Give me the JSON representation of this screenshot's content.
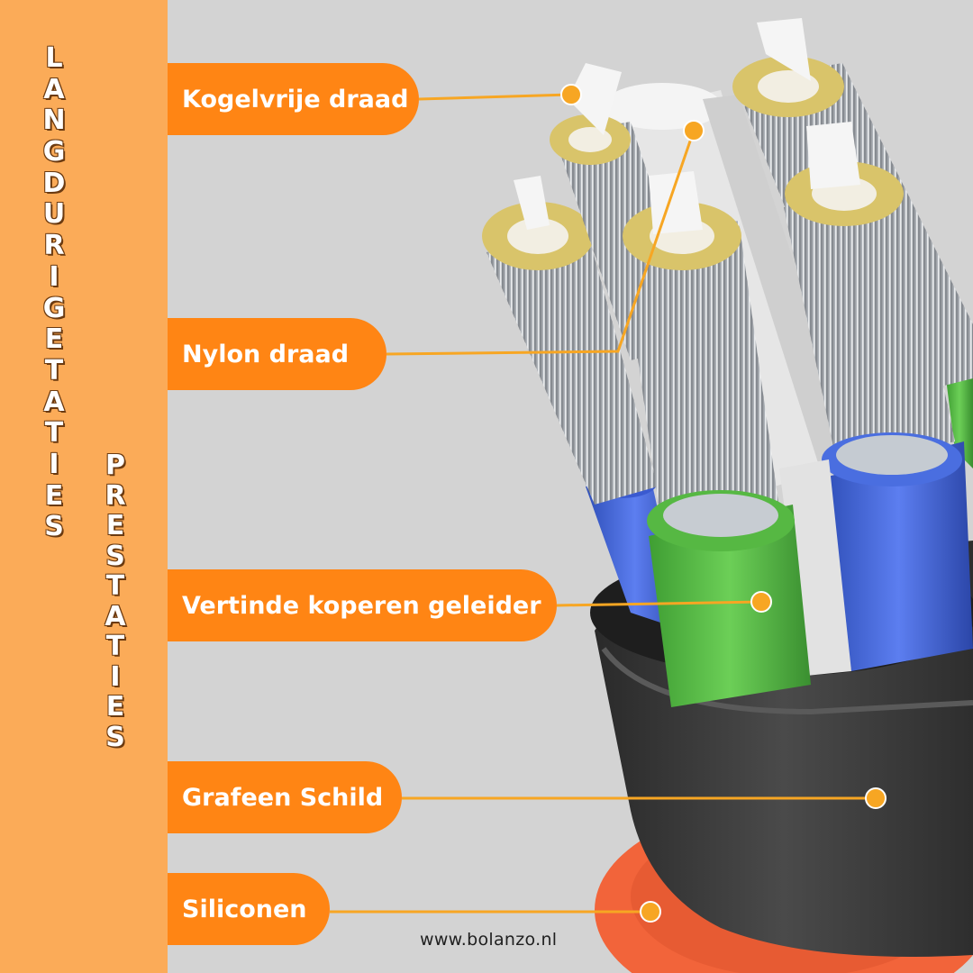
{
  "vertical_text_1": [
    "L",
    "A",
    "N",
    "G",
    "D",
    "U",
    "R",
    "I",
    "G",
    "E",
    "T",
    "A",
    "T",
    "I",
    "E",
    "S"
  ],
  "vertical_text_2": [
    "P",
    "R",
    "E",
    "S",
    "T",
    "A",
    "T",
    "I",
    "E",
    "S"
  ],
  "labels": {
    "kogelvrije": "Kogelvrije draad",
    "nylon": "Nylon draad",
    "koper": "Vertinde koperen geleider",
    "grafeen": "Grafeen Schild",
    "siliconen": "Siliconen"
  },
  "website": "www.bolanzo.nl",
  "colors": {
    "sidebar": "#fbab58",
    "label_pill": "#ff8514",
    "leader_line": "#f7a623",
    "background": "#d3d3d3",
    "wire_green": "#5fc04a",
    "wire_blue": "#4466d8",
    "outer_jacket": "#3c3c3c",
    "silicone_ring": "#f2643a"
  }
}
